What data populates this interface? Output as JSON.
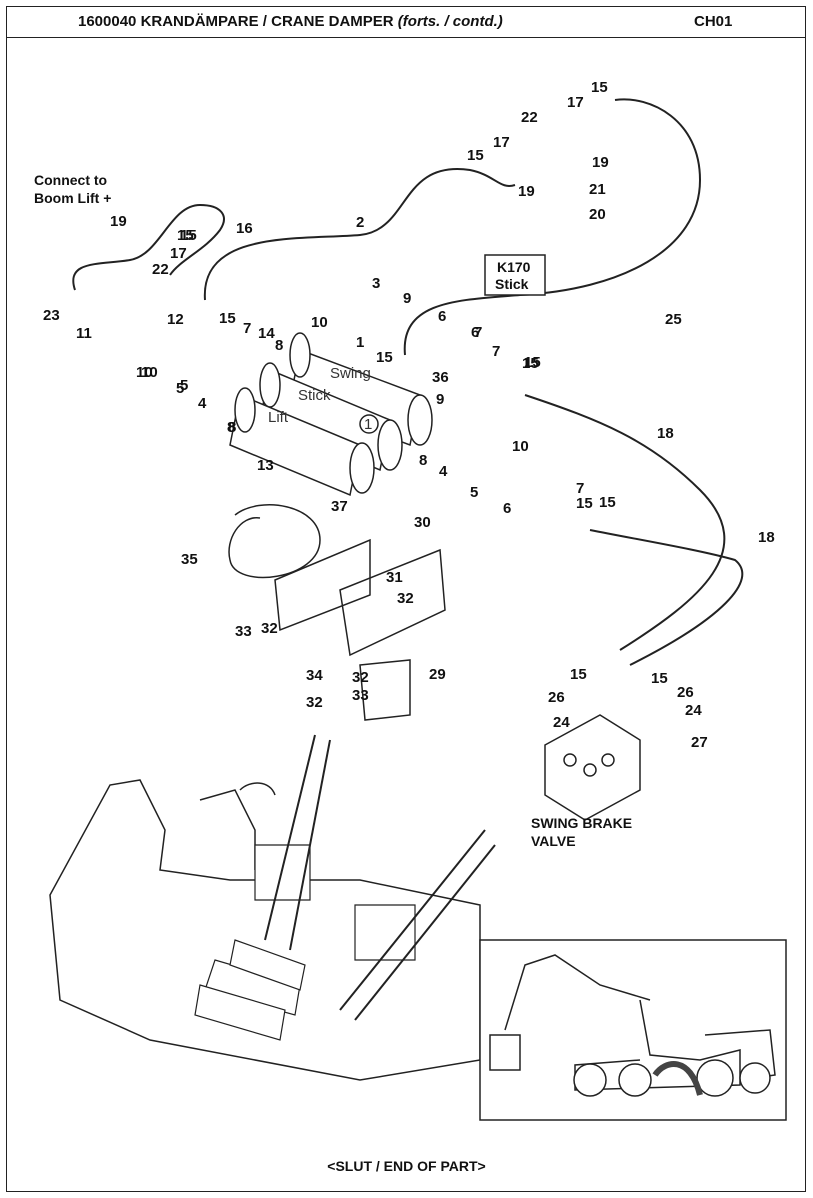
{
  "header": {
    "part_code": "1600040 KRANDÄMPARE / CRANE DAMPER",
    "part_cont": "(forts. / contd.)",
    "page_id": "CH01"
  },
  "labels": {
    "connect_line1": "Connect to",
    "connect_line2": "Boom Lift +",
    "k170_line1": "K170",
    "k170_line2": "Stick",
    "swing_brake_line1": "SWING BRAKE",
    "swing_brake_line2": "VALVE",
    "cyl_swing": "Swing",
    "cyl_stick": "Stick",
    "cyl_lift": "Lift",
    "circle_num": "1"
  },
  "callouts": [
    "15",
    "17",
    "22",
    "19",
    "17",
    "15",
    "19",
    "21",
    "20",
    "19",
    "15",
    "22",
    "16",
    "15",
    "17",
    "23",
    "11",
    "3",
    "2",
    "9",
    "10",
    "6",
    "7",
    "15",
    "12",
    "15",
    "7",
    "14",
    "8",
    "1",
    "15",
    "36",
    "9",
    "5",
    "4",
    "8",
    "13",
    "10",
    "4",
    "8",
    "5",
    "6",
    "7",
    "15",
    "18",
    "18",
    "25",
    "37",
    "30",
    "35",
    "31",
    "32",
    "33",
    "32",
    "34",
    "32",
    "33",
    "29",
    "32",
    "15",
    "15",
    "26",
    "26",
    "24",
    "24",
    "27",
    "6",
    "10",
    "7",
    "15",
    "5",
    "8",
    "15",
    "10"
  ],
  "footer": {
    "text": "<SLUT / END OF PART>"
  }
}
